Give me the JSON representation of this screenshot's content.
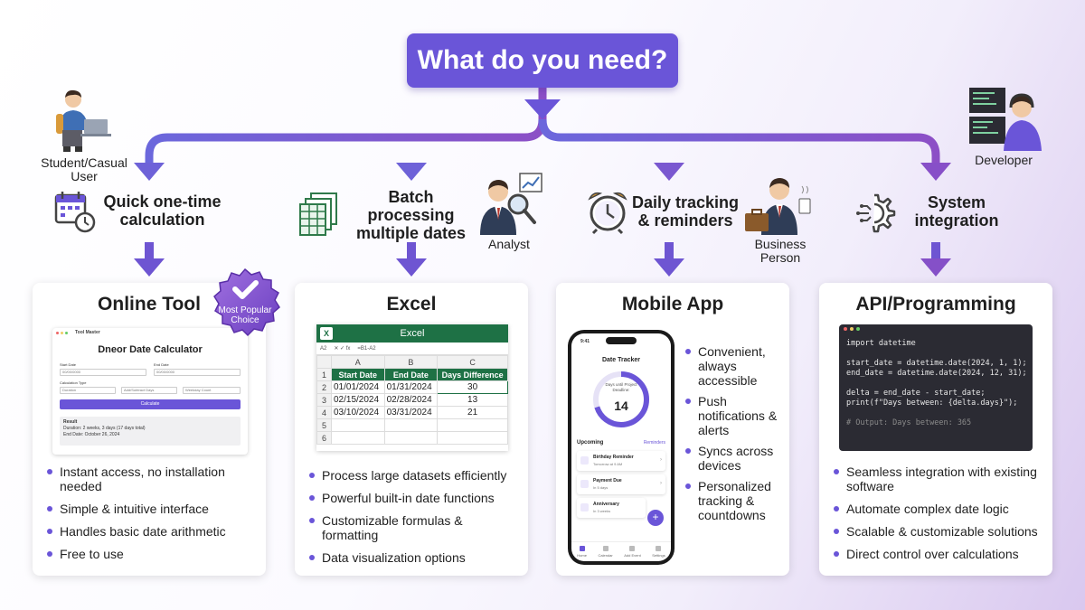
{
  "root": {
    "title": "What do you need?"
  },
  "personas": {
    "student": "Student/Casual User",
    "analyst": "Analyst",
    "business": "Business Person",
    "developer": "Developer"
  },
  "needs": [
    {
      "label": "Quick one-time calculation",
      "icon": "calendar-clock-icon"
    },
    {
      "label": "Batch processing multiple dates",
      "icon": "spreadsheet-stack-icon"
    },
    {
      "label": "Daily tracking & reminders",
      "icon": "alarm-clock-icon"
    },
    {
      "label": "System integration",
      "icon": "gear-circuit-icon"
    }
  ],
  "badge": {
    "text": "Most Popular Choice"
  },
  "cards": {
    "online": {
      "title": "Online Tool",
      "mock": {
        "brand": "Tool Master",
        "heading": "Dneor Date Calculator",
        "start_label": "Start Date",
        "start_value": "00/00/0000",
        "end_label": "End Date",
        "end_value": "00/00/0000",
        "type_label": "Calculation Type",
        "opt1": "Duration",
        "opt2": "Add/Subtract Days",
        "opt3": "Weekday Count",
        "button": "Calculate",
        "result_title": "Result",
        "result_line1": "Duration: 2 weeks, 3 days (17 days total)",
        "result_line2": "End Date: October 26, 2024"
      },
      "features": [
        "Instant access, no installation needed",
        "Simple & intuitive interface",
        "Handles basic date arithmetic",
        "Free to use"
      ]
    },
    "excel": {
      "title": "Excel",
      "mock": {
        "app": "Excel",
        "cell_ref": "A2",
        "formula": "=B1-A2",
        "cols": [
          "A",
          "B",
          "C"
        ],
        "headers": [
          "Start Date",
          "End Date",
          "Days Difference"
        ],
        "rows": [
          [
            "01/01/2024",
            "01/31/2024",
            "30"
          ],
          [
            "02/15/2024",
            "02/28/2024",
            "13"
          ],
          [
            "03/10/2024",
            "03/31/2024",
            "21"
          ]
        ],
        "row_numbers": [
          "1",
          "2",
          "3",
          "4",
          "5",
          "6"
        ]
      },
      "features": [
        "Process large datasets efficiently",
        "Powerful built-in date functions",
        "Customizable formulas & formatting",
        "Data visualization options"
      ]
    },
    "mobile": {
      "title": "Mobile App",
      "mock": {
        "time": "9:41",
        "app_title": "Date Tracker",
        "ring_label": "Days until Project Deadline:",
        "ring_value": "14",
        "ring_progress": 0.7,
        "upcoming": "Upcoming",
        "reminders": "Reminders",
        "items": [
          {
            "title": "Birthday Reminder",
            "sub": "Tomorrow at 9 AM"
          },
          {
            "title": "Payment Due",
            "sub": "In 5 days"
          },
          {
            "title": "Anniversary",
            "sub": "In 3 weeks"
          }
        ],
        "nav": [
          "Home",
          "Calendar",
          "Add Event",
          "Settings"
        ]
      },
      "features": [
        "Convenient, always accessible",
        "Push notifications & alerts",
        "Syncs across devices",
        "Personalized tracking & countdowns"
      ]
    },
    "api": {
      "title": "API/Programming",
      "code": [
        "import datetime",
        "",
        "start_date = datetime.date(2024, 1, 1);",
        "end_date = datetime.date(2024, 12, 31);",
        "",
        "delta = end_date - start_date;",
        "print(f\"Days between: {delta.days}\");",
        "",
        "# Output: Days between: 365"
      ],
      "features": [
        "Seamless integration with existing software",
        "Automate complex date logic",
        "Scalable & customizable solutions",
        "Direct control over calculations"
      ]
    }
  },
  "colors": {
    "accent": "#6a55d8",
    "excel_green": "#1e7145",
    "code_bg": "#2b2b33"
  }
}
